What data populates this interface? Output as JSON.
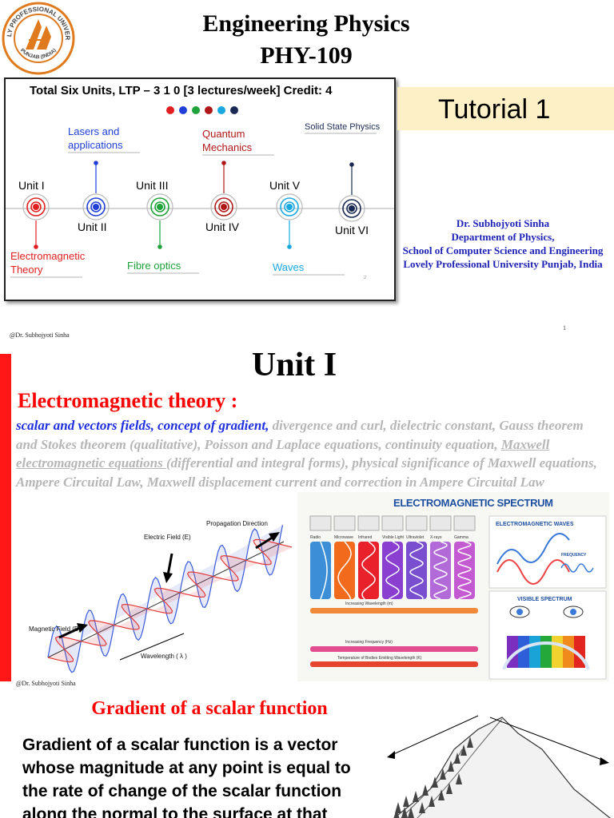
{
  "slide1": {
    "logo": {
      "ring_text": "LOVELY PROFESSIONAL UNIVERSITY",
      "bottom_text": "PUNJAB (INDIA)"
    },
    "course_title": "Engineering Physics",
    "course_code": "PHY-109",
    "units_header": "Total Six Units,  LTP – 3 1 0  [3 lectures/week] Credit: 4",
    "dots_colors": [
      "#e02020",
      "#1f3fd6",
      "#1fa33a",
      "#b01818",
      "#19a8e0",
      "#1b2a55"
    ],
    "units": [
      {
        "name": "Unit I",
        "topic": "Electromagnetic Theory",
        "color": "#e02020"
      },
      {
        "name": "Unit II",
        "topic": "Lasers and applications",
        "color": "#1f3fd6"
      },
      {
        "name": "Unit III",
        "topic": "Fibre optics",
        "color": "#1fa33a"
      },
      {
        "name": "Unit IV",
        "topic": "Quantum Mechanics",
        "color": "#b01818"
      },
      {
        "name": "Unit V",
        "topic": "Waves",
        "color": "#19a8e0"
      },
      {
        "name": "Unit VI",
        "topic": "Solid State Physics",
        "color": "#1b2a55"
      }
    ],
    "box_page_num": "2",
    "tutorial": "Tutorial 1",
    "author": {
      "name": "Dr. Subhojyoti  Sinha",
      "dept": "Department of Physics,",
      "school": "School of Computer Science  and Engineering",
      "university": "Lovely Professional University Punjab, India"
    },
    "footer": "@Dr. Subhojyoti  Sinha",
    "slide_number": "1"
  },
  "slide2": {
    "heading": "Unit I",
    "subheading": "Electromagnetic theory :",
    "topics_highlight": "scalar and vectors fields, concept of gradient,",
    "topics_rest_1": " divergence and curl, dielectric constant, Gauss theorem and Stokes theorem (qualitative), Poisson and Laplace equations, continuity equation, ",
    "topics_underlined": "Maxwell electromagnetic equations ",
    "topics_rest_2": "(differential and integral forms), physical significance of Maxwell equations, Ampere Circuital Law, Maxwell displacement current and correction in Ampere Circuital Law",
    "wave_figure": {
      "electric_field": "Electric Field (E)",
      "propagation": "Propagation Direction",
      "magnetic_field": "Magnetic Field (B)",
      "wavelength": "Wavelength ( λ )"
    },
    "spectrum_figure": {
      "title": "ELECTROMAGNETIC SPECTRUM",
      "waves_title": "ELECTROMAGNETIC WAVES",
      "frequency_label": "FREQUENCY",
      "visible_title": "VISIBLE SPECTRUM",
      "bands": [
        "Radio",
        "Microwave",
        "Infrared",
        "Visible Light",
        "Ultraviolet",
        "X-rays",
        "Gamma"
      ],
      "band_colors": [
        "#3c8fd6",
        "#f26b1d",
        "#e8212a",
        "#8a3fd0",
        "#7a4fcf",
        "#b16ad8",
        "#c45ad2"
      ],
      "wavelength_axis": "Increasing Wavelength (m)",
      "frequency_axis": "Increasing Frequency (Hz)",
      "temperature_axis": "Temperature of Bodies Emitting Wavelength (K)"
    },
    "footer": "@Dr. Subhojyoti  Sinha"
  },
  "slide3": {
    "heading": "Gradient of a scalar function",
    "body": "Gradient of a scalar function is a vector whose magnitude at any point is equal to the rate of change of the scalar function along the normal to the surface at that"
  }
}
